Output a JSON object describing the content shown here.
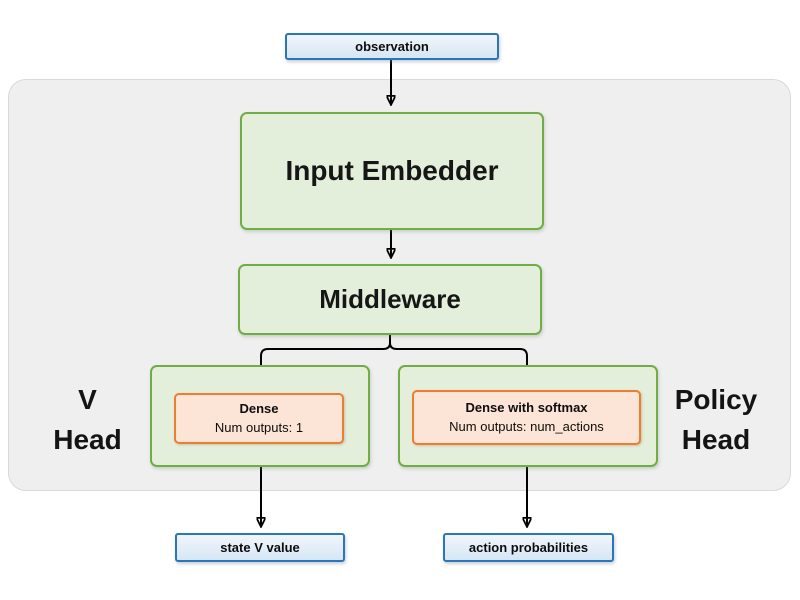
{
  "nodes": {
    "observation": {
      "label": "observation"
    },
    "input_embedder": {
      "label": "Input Embedder"
    },
    "middleware": {
      "label": "Middleware"
    },
    "v_head": {
      "label_line1": "V",
      "label_line2": "Head",
      "dense_title": "Dense",
      "dense_subtitle": "Num outputs: 1"
    },
    "policy_head": {
      "label_line1": "Policy",
      "label_line2": "Head",
      "dense_title": "Dense with softmax",
      "dense_subtitle": "Num outputs: num_actions"
    },
    "state_v_value": {
      "label": "state V value"
    },
    "action_probabilities": {
      "label": "action probabilities"
    }
  },
  "colors": {
    "blue_fill": "#d6e6f4",
    "blue_border": "#2e75b6",
    "green_fill": "#e3efda",
    "green_border": "#71ad47",
    "orange_fill": "#fce4d6",
    "orange_border": "#ed7d31",
    "group_fill": "#efefef",
    "arrow": "#000000"
  }
}
